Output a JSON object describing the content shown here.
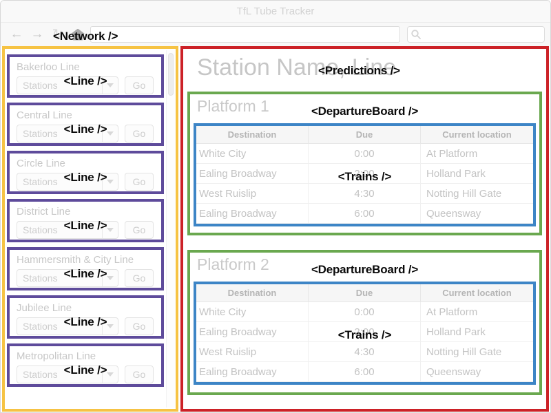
{
  "window": {
    "title": "TfL Tube Tracker"
  },
  "toolbar": {
    "url_value": "",
    "search_value": ""
  },
  "annotations": {
    "network": "<Network />",
    "line": "<Line />",
    "predictions": "<Predictions />",
    "departure_board": "<DepartureBoard />",
    "trains": "<Trains />"
  },
  "network": {
    "lines": [
      {
        "name": "Bakerloo Line",
        "stations_placeholder": "Stations",
        "go_label": "Go"
      },
      {
        "name": "Central Line",
        "stations_placeholder": "Stations",
        "go_label": "Go"
      },
      {
        "name": "Circle Line",
        "stations_placeholder": "Stations",
        "go_label": "Go"
      },
      {
        "name": "District Line",
        "stations_placeholder": "Stations",
        "go_label": "Go"
      },
      {
        "name": "Hammersmith & City Line",
        "stations_placeholder": "Stations",
        "go_label": "Go"
      },
      {
        "name": "Jubilee Line",
        "stations_placeholder": "Stations",
        "go_label": "Go"
      },
      {
        "name": "Metropolitan Line",
        "stations_placeholder": "Stations",
        "go_label": "Go"
      }
    ]
  },
  "predictions": {
    "station_title": "Station Name, Line",
    "boards": [
      {
        "platform": "Platform 1",
        "columns": {
          "destination": "Destination",
          "due": "Due",
          "location": "Current location"
        },
        "trains": [
          {
            "destination": "White City",
            "due": "0:00",
            "location": "At Platform"
          },
          {
            "destination": "Ealing Broadway",
            "due": "2:00",
            "location": "Holland Park"
          },
          {
            "destination": "West Ruislip",
            "due": "4:30",
            "location": "Notting Hill Gate"
          },
          {
            "destination": "Ealing Broadway",
            "due": "6:00",
            "location": "Queensway"
          }
        ]
      },
      {
        "platform": "Platform 2",
        "columns": {
          "destination": "Destination",
          "due": "Due",
          "location": "Current location"
        },
        "trains": [
          {
            "destination": "White City",
            "due": "0:00",
            "location": "At Platform"
          },
          {
            "destination": "Ealing Broadway",
            "due": "2:00",
            "location": "Holland Park"
          },
          {
            "destination": "West Ruislip",
            "due": "4:30",
            "location": "Notting Hill Gate"
          },
          {
            "destination": "Ealing Broadway",
            "due": "6:00",
            "location": "Queensway"
          }
        ]
      }
    ]
  },
  "colors": {
    "network_border": "#f6c344",
    "line_border": "#5e4b9b",
    "predictions_border": "#cc2127",
    "departure_board_border": "#6aa84f",
    "trains_border": "#3d85c6"
  }
}
